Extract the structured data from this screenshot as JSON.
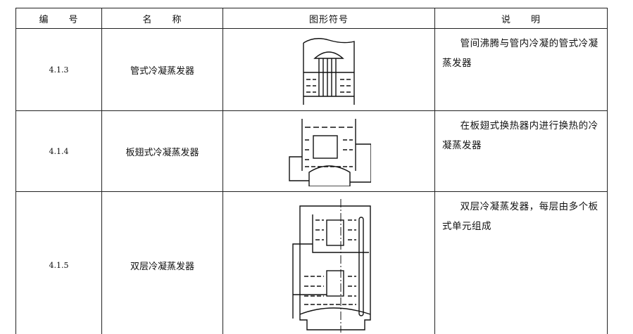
{
  "headers": [
    "编　　号",
    "名　　称",
    "图形符号",
    "说　　明"
  ],
  "rows": [
    {
      "number": "4.1.3",
      "name": "管式冷凝蒸发器",
      "symbol": "tube-condenser-evaporator-symbol",
      "description": "管间沸腾与管内冷凝的管式冷凝蒸发器"
    },
    {
      "number": "4.1.4",
      "name": "板翅式冷凝蒸发器",
      "symbol": "plate-fin-condenser-evaporator-symbol",
      "description": "在板翅式换热器内进行换热的冷凝蒸发器"
    },
    {
      "number": "4.1.5",
      "name": "双层冷凝蒸发器",
      "symbol": "double-layer-condenser-evaporator-symbol",
      "description": "双层冷凝蒸发器，每层由多个板式单元组成"
    }
  ]
}
